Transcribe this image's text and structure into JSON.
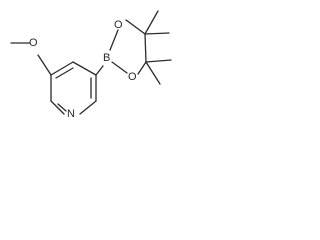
{
  "molecule": {
    "atoms": {
      "methoxy_oxygen": "O",
      "pyridine_nitrogen": "N",
      "boron": "B",
      "ester_oxygen_top": "O",
      "ester_oxygen_bottom": "O"
    }
  }
}
